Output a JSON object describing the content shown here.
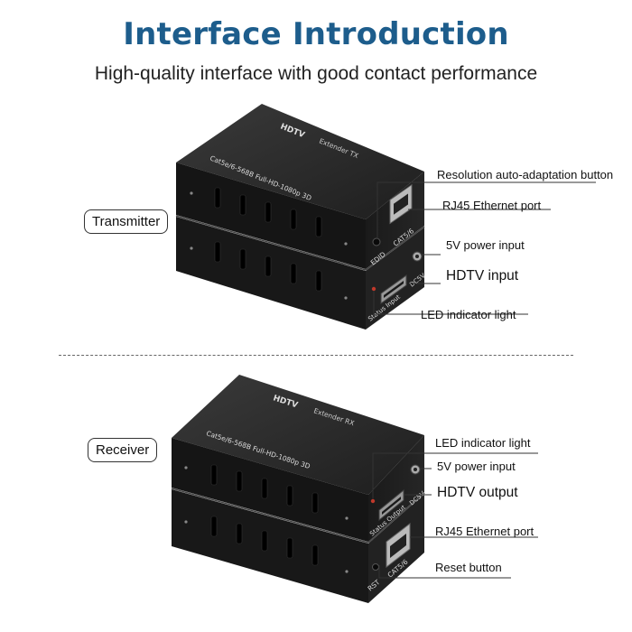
{
  "header": {
    "title": "Interface Introduction",
    "subtitle": "High-quality interface with good contact performance"
  },
  "transmitter": {
    "tag": "Transmitter",
    "top_brand": "HDTV",
    "top_model": "Extender TX",
    "spec_text": "Cat5e/6-568B Full-HD-1080p 3D",
    "port_edid": "EDID",
    "port_cat": "CAT5/6",
    "port_input": "Status Input",
    "port_dc": "DC5V",
    "labels": {
      "resolution": "Resolution auto-adaptation button",
      "rj45": "RJ45 Ethernet port",
      "power": "5V power input",
      "hdtv": "HDTV input",
      "led": "LED indicator light"
    }
  },
  "receiver": {
    "tag": "Receiver",
    "top_brand": "HDTV",
    "top_model": "Extender RX",
    "spec_text": "Cat5e/6-568B Full-HD-1080p 3D",
    "port_output": "Status Output",
    "port_dc": "DC5V",
    "port_rst": "RST",
    "port_cat": "CAT5/6",
    "labels": {
      "led": "LED indicator light",
      "power": "5V power input",
      "hdtv": "HDTV output",
      "rj45": "RJ45 Ethernet port",
      "reset": "Reset button"
    }
  },
  "colors": {
    "title": "#1d5d8c",
    "device": "#1b1b1b",
    "device_top": "#2a2a2a"
  }
}
